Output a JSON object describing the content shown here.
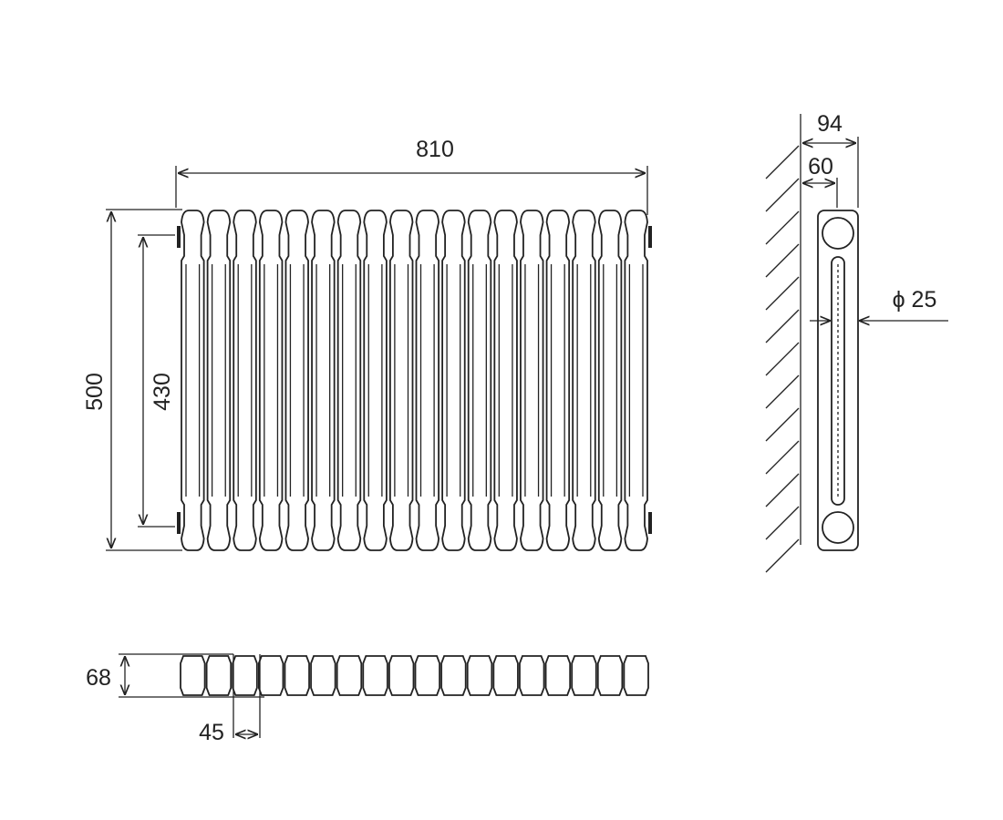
{
  "front_view": {
    "columns": 18,
    "width_label": "810",
    "height_label": "500",
    "centers_label": "430"
  },
  "side_view": {
    "depth_label": "94",
    "wall_offset_label": "60",
    "pipe_label": "ϕ 25"
  },
  "top_view": {
    "depth_label": "68",
    "pitch_label": "45"
  },
  "colors": {
    "line": "#222222",
    "background": "#ffffff"
  }
}
